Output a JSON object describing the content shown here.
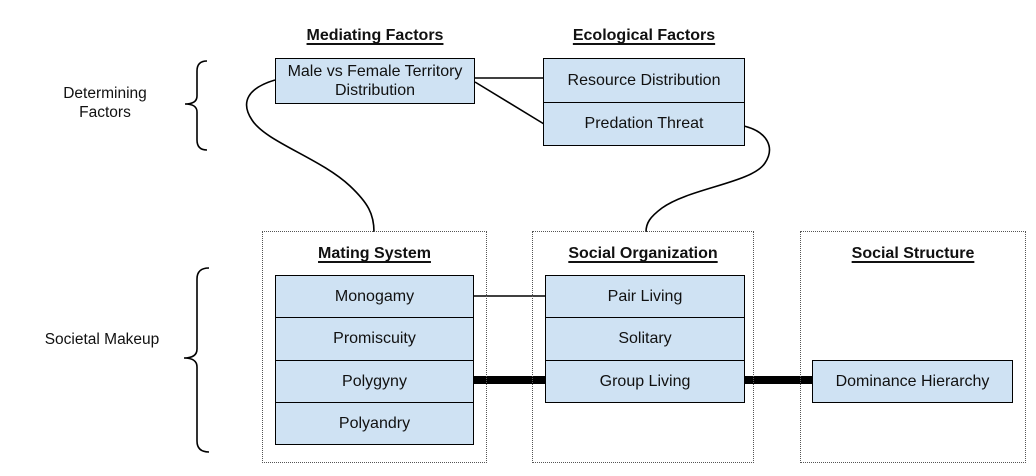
{
  "side_labels": {
    "determining": "Determining Factors",
    "societal": "Societal Makeup"
  },
  "factor_groups": {
    "mediating": {
      "title": "Mediating Factors",
      "items": [
        "Male vs Female Territory Distribution"
      ]
    },
    "ecological": {
      "title": "Ecological Factors",
      "items": [
        "Resource Distribution",
        "Predation Threat"
      ]
    }
  },
  "societal_groups": {
    "mating_system": {
      "title": "Mating System",
      "items": [
        "Monogamy",
        "Promiscuity",
        "Polygyny",
        "Polyandry"
      ]
    },
    "social_organization": {
      "title": "Social Organization",
      "items": [
        "Pair Living",
        "Solitary",
        "Group Living"
      ]
    },
    "social_structure": {
      "title": "Social Structure",
      "items": [
        "Dominance Hierarchy"
      ]
    }
  },
  "connections": [
    {
      "from": "Male vs Female Territory Distribution",
      "to": "Resource Distribution",
      "weight": "thin",
      "style": "straight"
    },
    {
      "from": "Male vs Female Territory Distribution",
      "to": "Predation Threat",
      "weight": "thin",
      "style": "straight"
    },
    {
      "from": "Male vs Female Territory Distribution",
      "to": "Mating System",
      "weight": "thin",
      "style": "curve"
    },
    {
      "from": "Predation Threat",
      "to": "Social Organization",
      "weight": "thin",
      "style": "curve"
    },
    {
      "from": "Monogamy",
      "to": "Pair Living",
      "weight": "thin",
      "style": "straight"
    },
    {
      "from": "Polygyny",
      "to": "Group Living",
      "weight": "thick",
      "style": "straight"
    },
    {
      "from": "Group Living",
      "to": "Dominance Hierarchy",
      "weight": "thick",
      "style": "straight"
    }
  ],
  "colors": {
    "background": "#ffffff",
    "box_fill": "#cfe2f3",
    "box_border": "#000000",
    "group_border": "#555555",
    "text": "#111111"
  }
}
